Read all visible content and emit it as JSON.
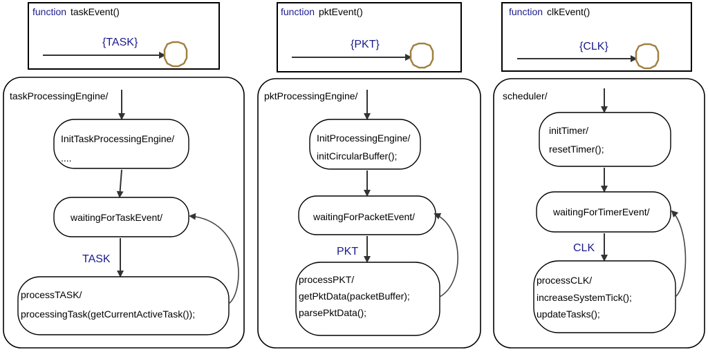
{
  "columns": [
    {
      "function_keyword": "function",
      "function_name": "taskEvent()",
      "signal": "{TASK}",
      "machine": "taskProcessingEngine/",
      "init_lines": [
        "InitTaskProcessingEngine/",
        "...."
      ],
      "wait_state": "waitingForTaskEvent/",
      "transition": "TASK",
      "process_lines": [
        "processTASK/",
        "processingTask(getCurrentActiveTask());"
      ]
    },
    {
      "function_keyword": "function",
      "function_name": "pktEvent()",
      "signal": "{PKT}",
      "machine": "pktProcessingEngine/",
      "init_lines": [
        "InitProcessingEngine/",
        "initCircularBuffer();"
      ],
      "wait_state": "waitingForPacketEvent/",
      "transition": "PKT",
      "process_lines": [
        "processPKT/",
        "getPktData(packetBuffer);",
        "parsePktData();"
      ]
    },
    {
      "function_keyword": "function",
      "function_name": "clkEvent()",
      "signal": "{CLK}",
      "machine": "scheduler/",
      "init_lines": [
        "initTimer/",
        "resetTimer();"
      ],
      "wait_state": "waitingForTimerEvent/",
      "transition": "CLK",
      "process_lines": [
        "processCLK/",
        "increaseSystemTick();",
        "updateTasks();"
      ]
    }
  ]
}
